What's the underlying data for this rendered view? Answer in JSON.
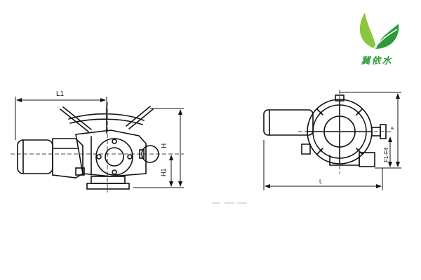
{
  "logo": {
    "text": "冀依水",
    "colors": {
      "leaf_light": "#8cc63f",
      "leaf_dark": "#2e9a3c"
    }
  },
  "front_view": {
    "labels": {
      "l1": "L1",
      "h": "H",
      "h1": "H1"
    }
  },
  "side_view": {
    "labels": {
      "l": "L",
      "f": "F",
      "f1_f4": "F1-F4"
    }
  }
}
